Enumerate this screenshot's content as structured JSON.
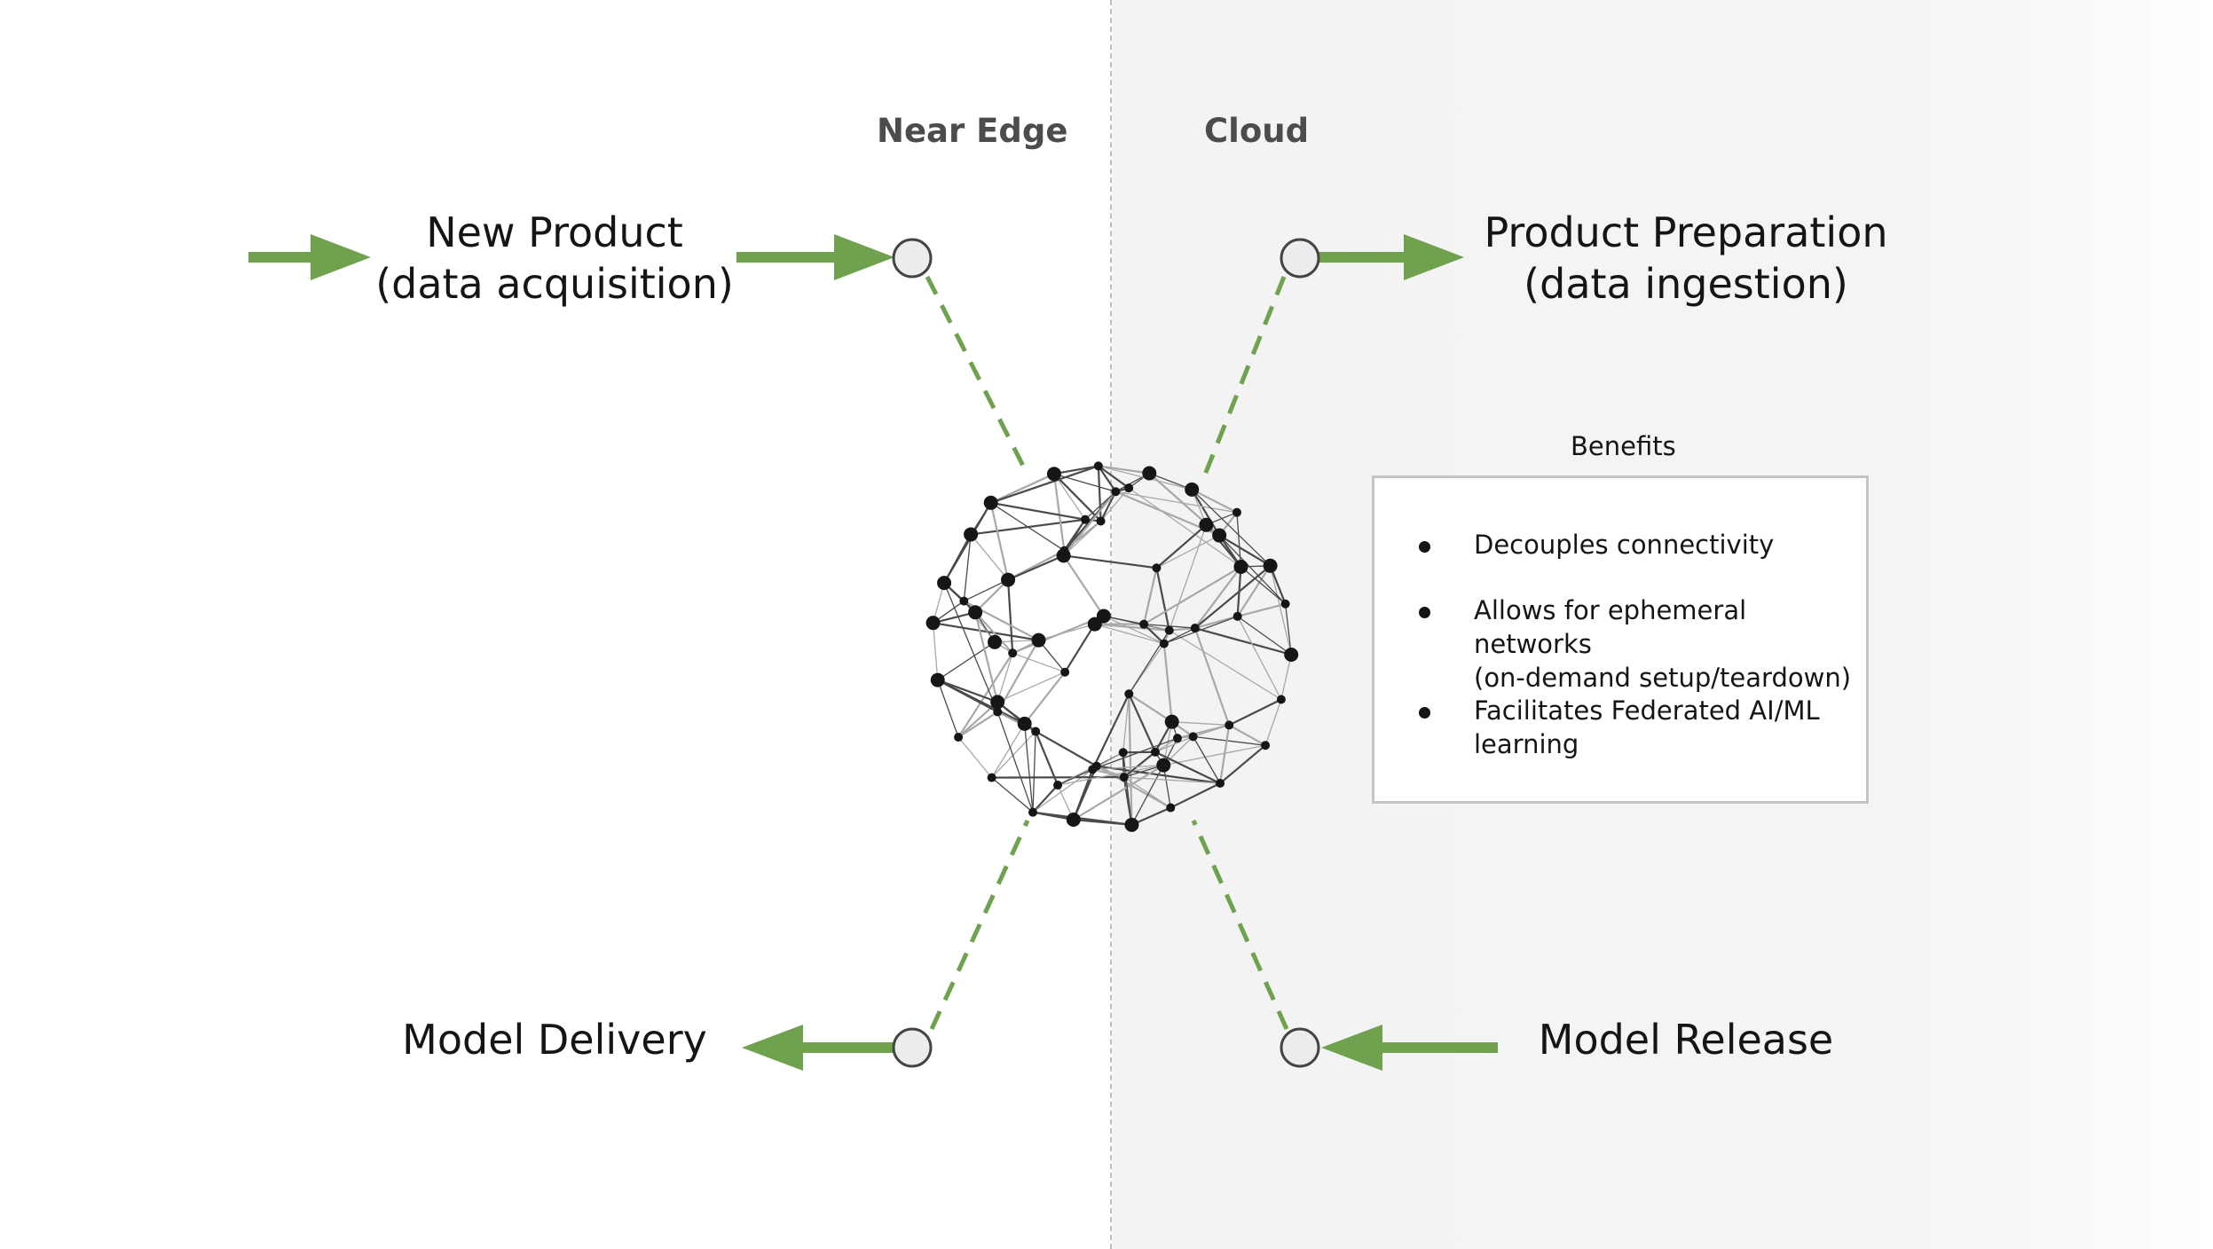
{
  "regions": {
    "near_edge": "Near Edge",
    "cloud": "Cloud"
  },
  "stages": {
    "new_product": [
      "New Product",
      "(data acquisition)"
    ],
    "product_preparation": [
      "Product Preparation",
      "(data ingestion)"
    ],
    "model_delivery": "Model Delivery",
    "model_release": "Model Release"
  },
  "benefits": {
    "title": "Benefits",
    "items": [
      [
        "Decouples connectivity"
      ],
      [
        "Allows for ephemeral networks",
        "(on-demand setup/teardown)"
      ],
      [
        "Facilitates Federated AI/ML",
        "learning"
      ]
    ]
  },
  "colors": {
    "arrow": "#6fa14f",
    "node": "#161616",
    "connector_fill": "#ececec",
    "text": "#151515"
  },
  "icons": {
    "network": "network-mesh-icon",
    "arrow": "arrow-right-icon"
  }
}
